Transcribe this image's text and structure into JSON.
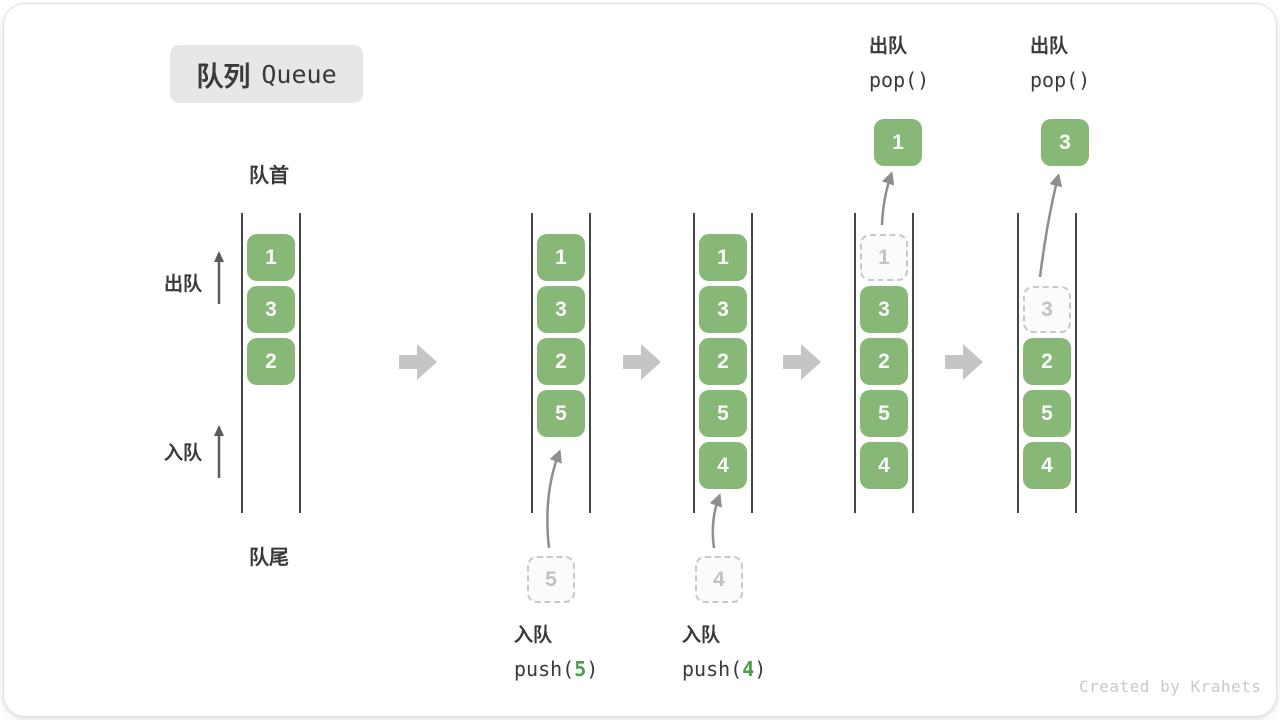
{
  "title": {
    "zh": "队列",
    "en": "Queue"
  },
  "labels": {
    "front": "队首",
    "rear": "队尾",
    "dequeue": "出队",
    "enqueue": "入队"
  },
  "colors": {
    "box_green": "#87b878",
    "code_green": "#4ca04c",
    "block_arrow_gray": "#c5c5c5",
    "curve_arrow_gray": "#8e8e8e",
    "column_line": "#454545",
    "dashed_border": "#c9c9c9"
  },
  "queues": [
    {
      "slots": [
        {
          "v": "1",
          "kind": "solid"
        },
        {
          "v": "3",
          "kind": "solid"
        },
        {
          "v": "2",
          "kind": "solid"
        }
      ]
    },
    {
      "slots": [
        {
          "v": "1",
          "kind": "solid"
        },
        {
          "v": "3",
          "kind": "solid"
        },
        {
          "v": "2",
          "kind": "solid"
        },
        {
          "v": "5",
          "kind": "solid"
        }
      ],
      "incoming": {
        "v": "5"
      },
      "op": {
        "zh": "入队",
        "code_prefix": "push(",
        "arg": "5",
        "code_suffix": ")"
      }
    },
    {
      "slots": [
        {
          "v": "1",
          "kind": "solid"
        },
        {
          "v": "3",
          "kind": "solid"
        },
        {
          "v": "2",
          "kind": "solid"
        },
        {
          "v": "5",
          "kind": "solid"
        },
        {
          "v": "4",
          "kind": "solid"
        }
      ],
      "incoming": {
        "v": "4"
      },
      "op": {
        "zh": "入队",
        "code_prefix": "push(",
        "arg": "4",
        "code_suffix": ")"
      }
    },
    {
      "slots": [
        {
          "v": "1",
          "kind": "dashed"
        },
        {
          "v": "3",
          "kind": "solid"
        },
        {
          "v": "2",
          "kind": "solid"
        },
        {
          "v": "5",
          "kind": "solid"
        },
        {
          "v": "4",
          "kind": "solid"
        }
      ],
      "outgoing": {
        "v": "1"
      },
      "op": {
        "zh": "出队",
        "code": "pop()"
      }
    },
    {
      "slots": [
        {
          "v": "3",
          "kind": "dashed"
        },
        {
          "v": "2",
          "kind": "solid"
        },
        {
          "v": "5",
          "kind": "solid"
        },
        {
          "v": "4",
          "kind": "solid"
        }
      ],
      "outgoing": {
        "v": "3"
      },
      "op": {
        "zh": "出队",
        "code": "pop()"
      }
    }
  ],
  "watermark": "Created by Krahets"
}
